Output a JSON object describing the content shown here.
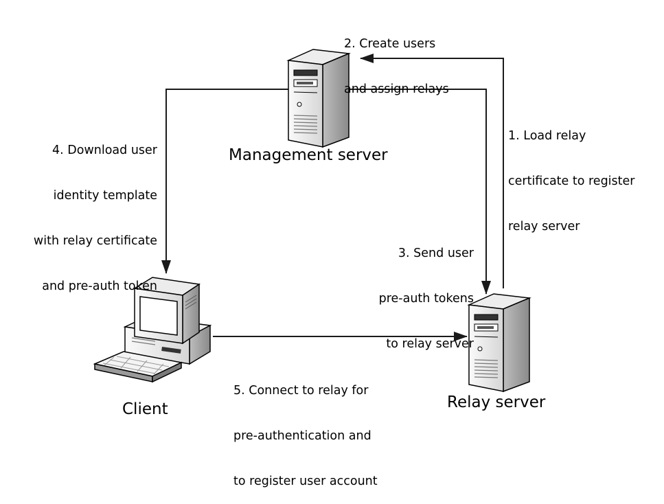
{
  "nodes": {
    "management": {
      "name": "Management server",
      "icon": "server-icon"
    },
    "relay": {
      "name": "Relay server",
      "icon": "server-icon"
    },
    "client": {
      "name": "Client",
      "icon": "desktop-computer-icon"
    }
  },
  "steps": {
    "step1": [
      "1. Load relay",
      "certificate to register",
      "relay server"
    ],
    "step2": [
      "2. Create users",
      "and assign relays"
    ],
    "step3": [
      "3. Send user",
      "pre-auth tokens",
      "to relay server"
    ],
    "step4": [
      "4. Download user",
      "identity template",
      "with relay certificate",
      "and pre-auth token"
    ],
    "step5": [
      "5. Connect to relay for",
      "pre-authentication and",
      "to register user account"
    ]
  },
  "colors": {
    "line": "#1a1a1a",
    "server_light": "#f2f2f2",
    "server_mid": "#c8c8c8",
    "server_dark": "#8c8c8c",
    "outline": "#000000"
  }
}
